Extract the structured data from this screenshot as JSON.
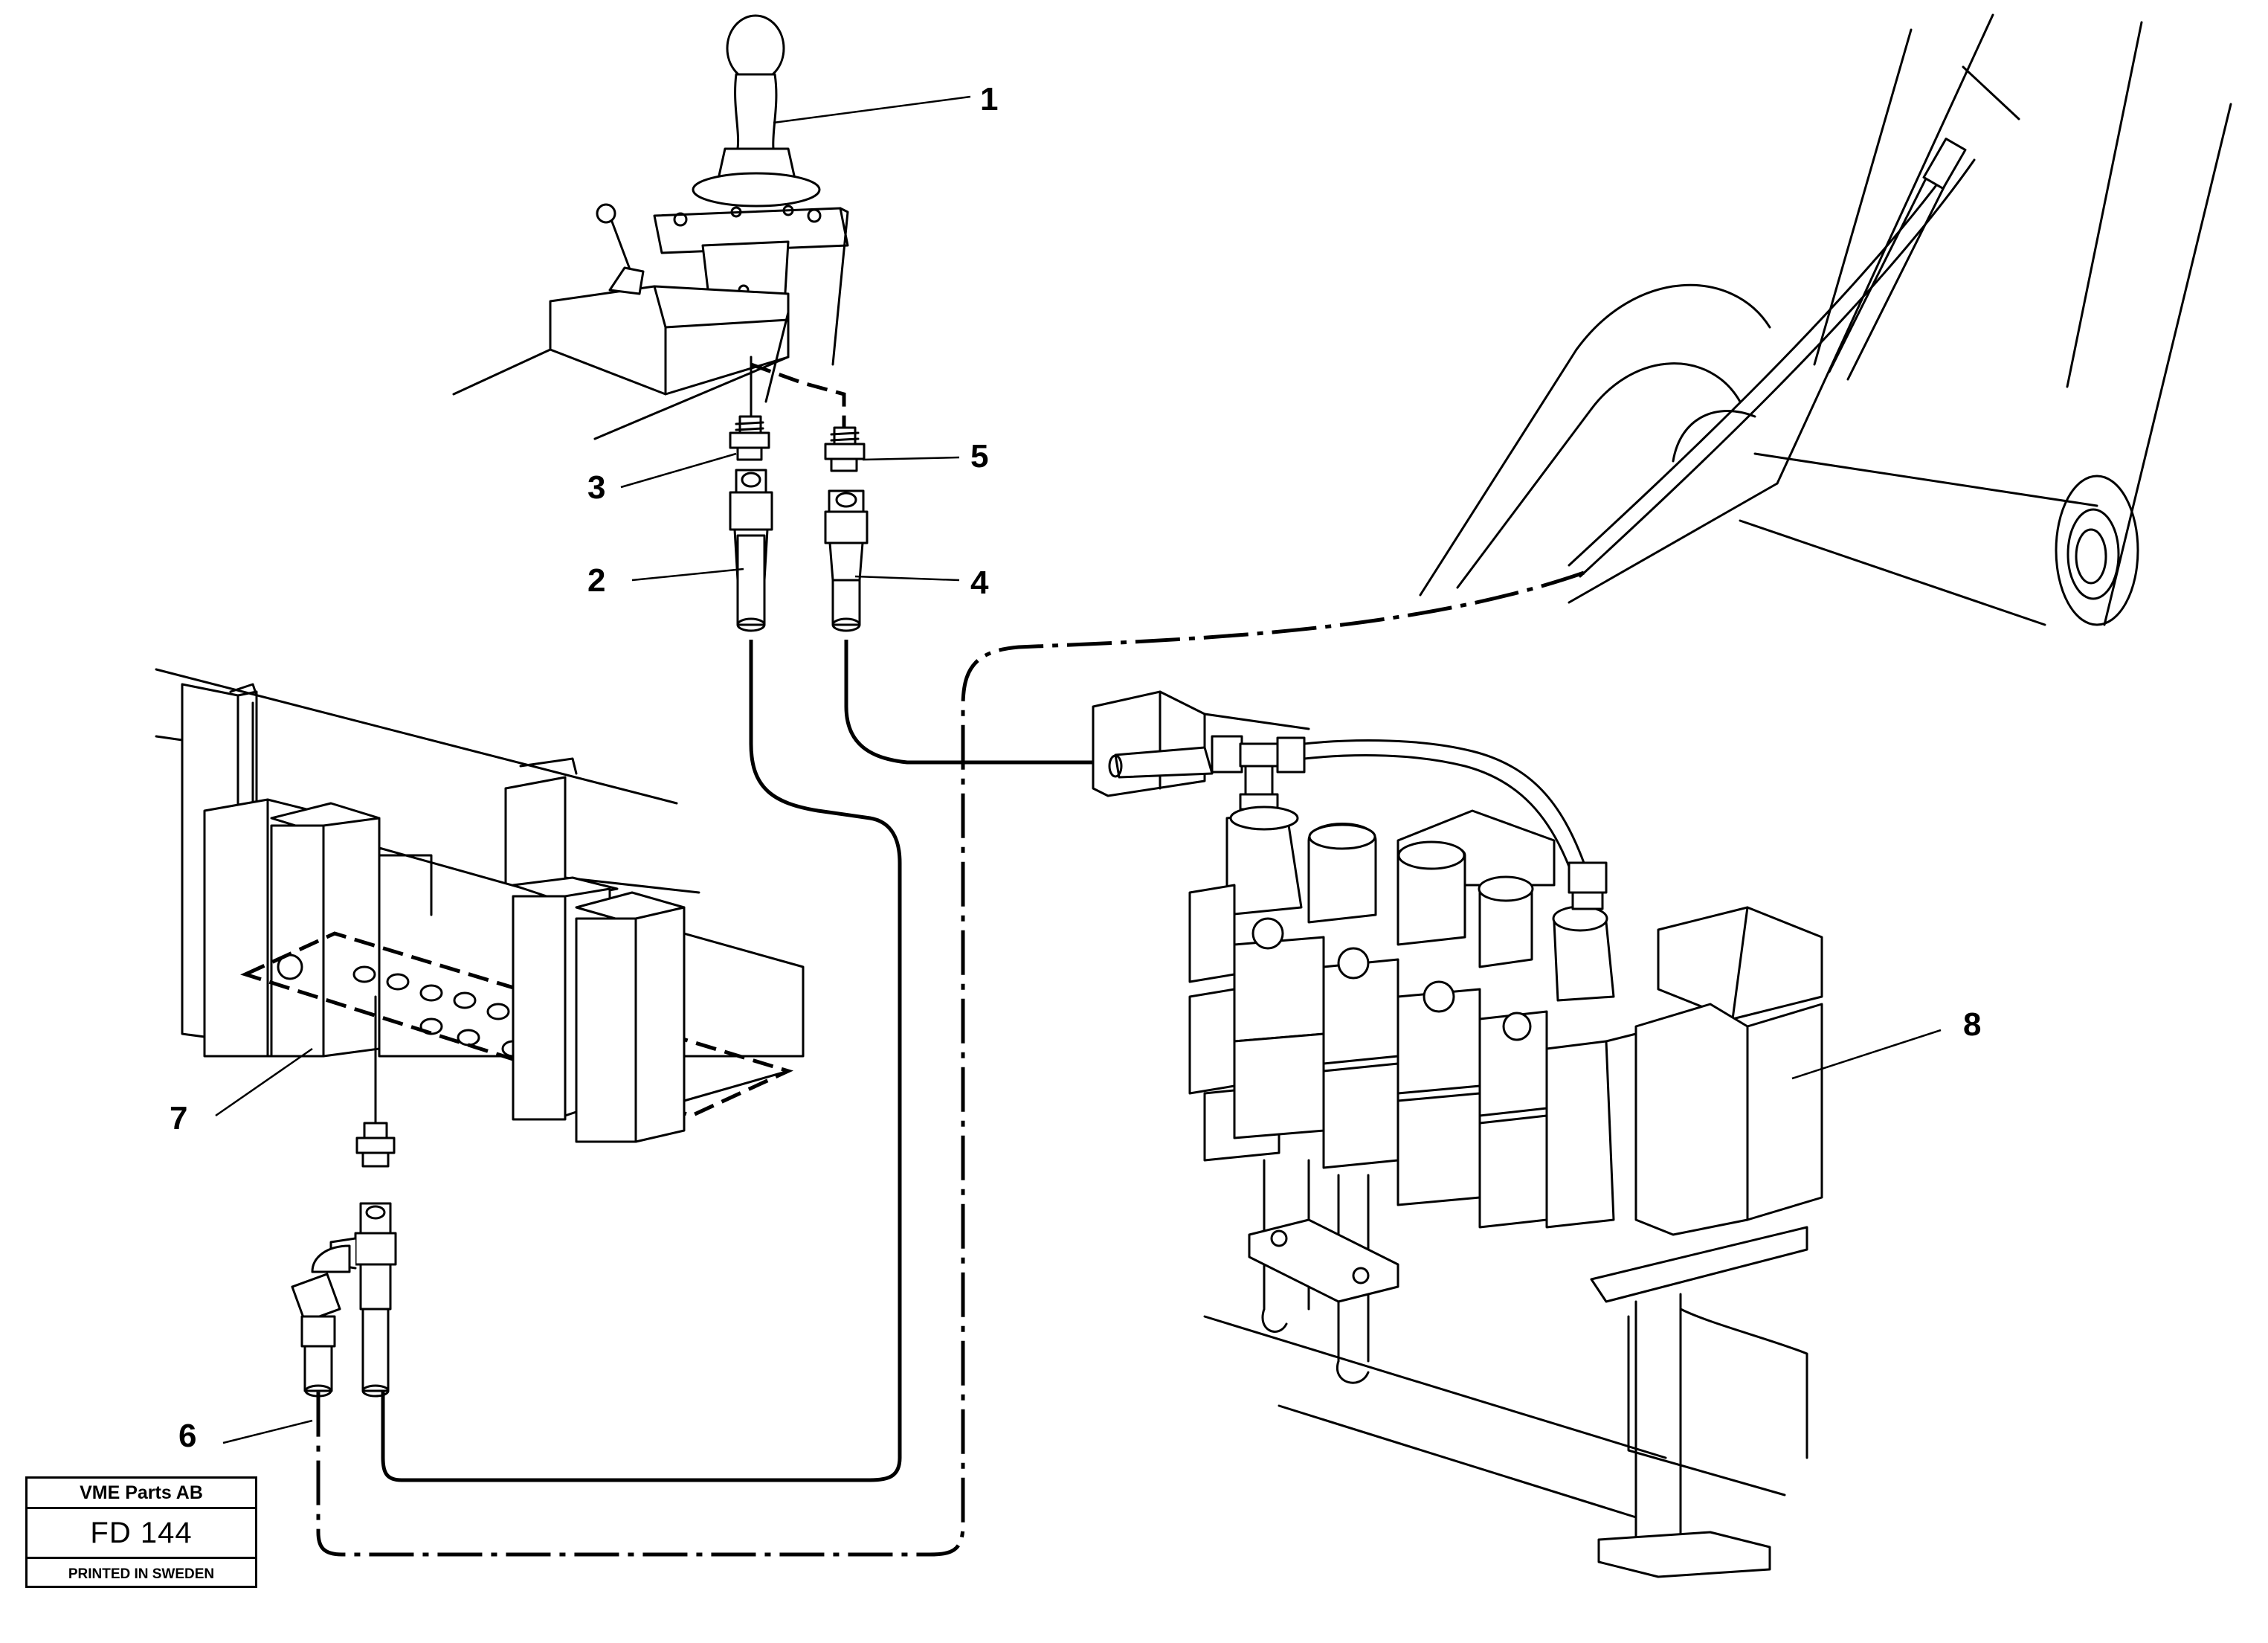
{
  "callouts": {
    "c1": "1",
    "c2": "2",
    "c3": "3",
    "c4": "4",
    "c5": "5",
    "c6": "6",
    "c7": "7",
    "c8": "8"
  },
  "title_block": {
    "company": "VME Parts AB",
    "code": "FD 144",
    "printed": "PRINTED IN SWEDEN"
  }
}
